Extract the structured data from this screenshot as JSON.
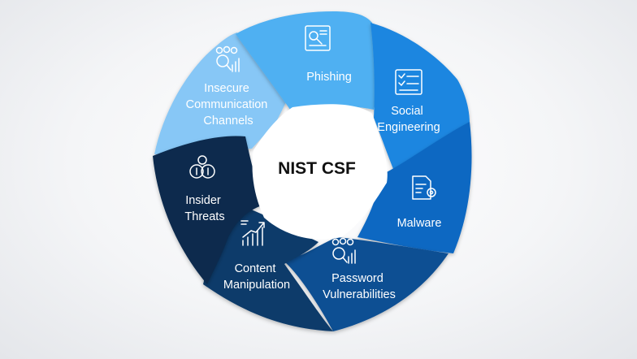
{
  "center_label": "NIST CSF",
  "segments": [
    {
      "lines": [
        "Phishing"
      ],
      "color": "#4fb0f2",
      "icon": "phishing-icon"
    },
    {
      "lines": [
        "Social",
        "Engineering"
      ],
      "color": "#1e86e0",
      "icon": "checklist-icon"
    },
    {
      "lines": [
        "Malware"
      ],
      "color": "#0b67c2",
      "icon": "document-gear-icon"
    },
    {
      "lines": [
        "Password",
        "Vulnerabilities"
      ],
      "color": "#0e4f93",
      "icon": "team-analysis-icon"
    },
    {
      "lines": [
        "Content",
        "Manipulation"
      ],
      "color": "#0c3b6a",
      "icon": "growth-chart-icon"
    },
    {
      "lines": [
        "Insider",
        "Threats"
      ],
      "color": "#082a4d",
      "icon": "money-exchange-icon"
    },
    {
      "lines": [
        "Insecure",
        "Communication",
        "Channels"
      ],
      "color": "#87c7f6",
      "icon": "team-chart-icon"
    }
  ]
}
